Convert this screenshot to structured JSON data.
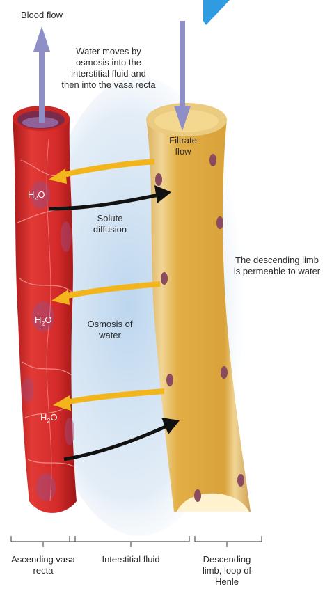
{
  "labels": {
    "blood_flow": "Blood flow",
    "water_moves": "Water moves by osmosis into the interstitial fluid and then into the vasa recta",
    "filtrate_flow": "Filtrate flow",
    "solute_diffusion": "Solute diffusion",
    "osmosis_of_water": "Osmosis of water",
    "descending_permeable": "The descending limb is permeable to water",
    "h2o_main": "H",
    "h2o_sub": "2",
    "h2o_end": "O"
  },
  "bottom_labels": {
    "ascending": "Ascending vasa recta",
    "interstitial": "Interstitial fluid",
    "descending": "Descending limb, loop of Henle"
  },
  "colors": {
    "vessel_red": "#d42a2a",
    "vessel_dark": "#9e1616",
    "tubule_tan": "#e7c57a",
    "tubule_inner": "#d9a842",
    "fluid_blue": "#bcd6ee",
    "arrow_yellow": "#f2b51c",
    "arrow_black": "#111111",
    "flow_arrow": "#8f8fc8",
    "corner_blue": "#2f9be0"
  }
}
